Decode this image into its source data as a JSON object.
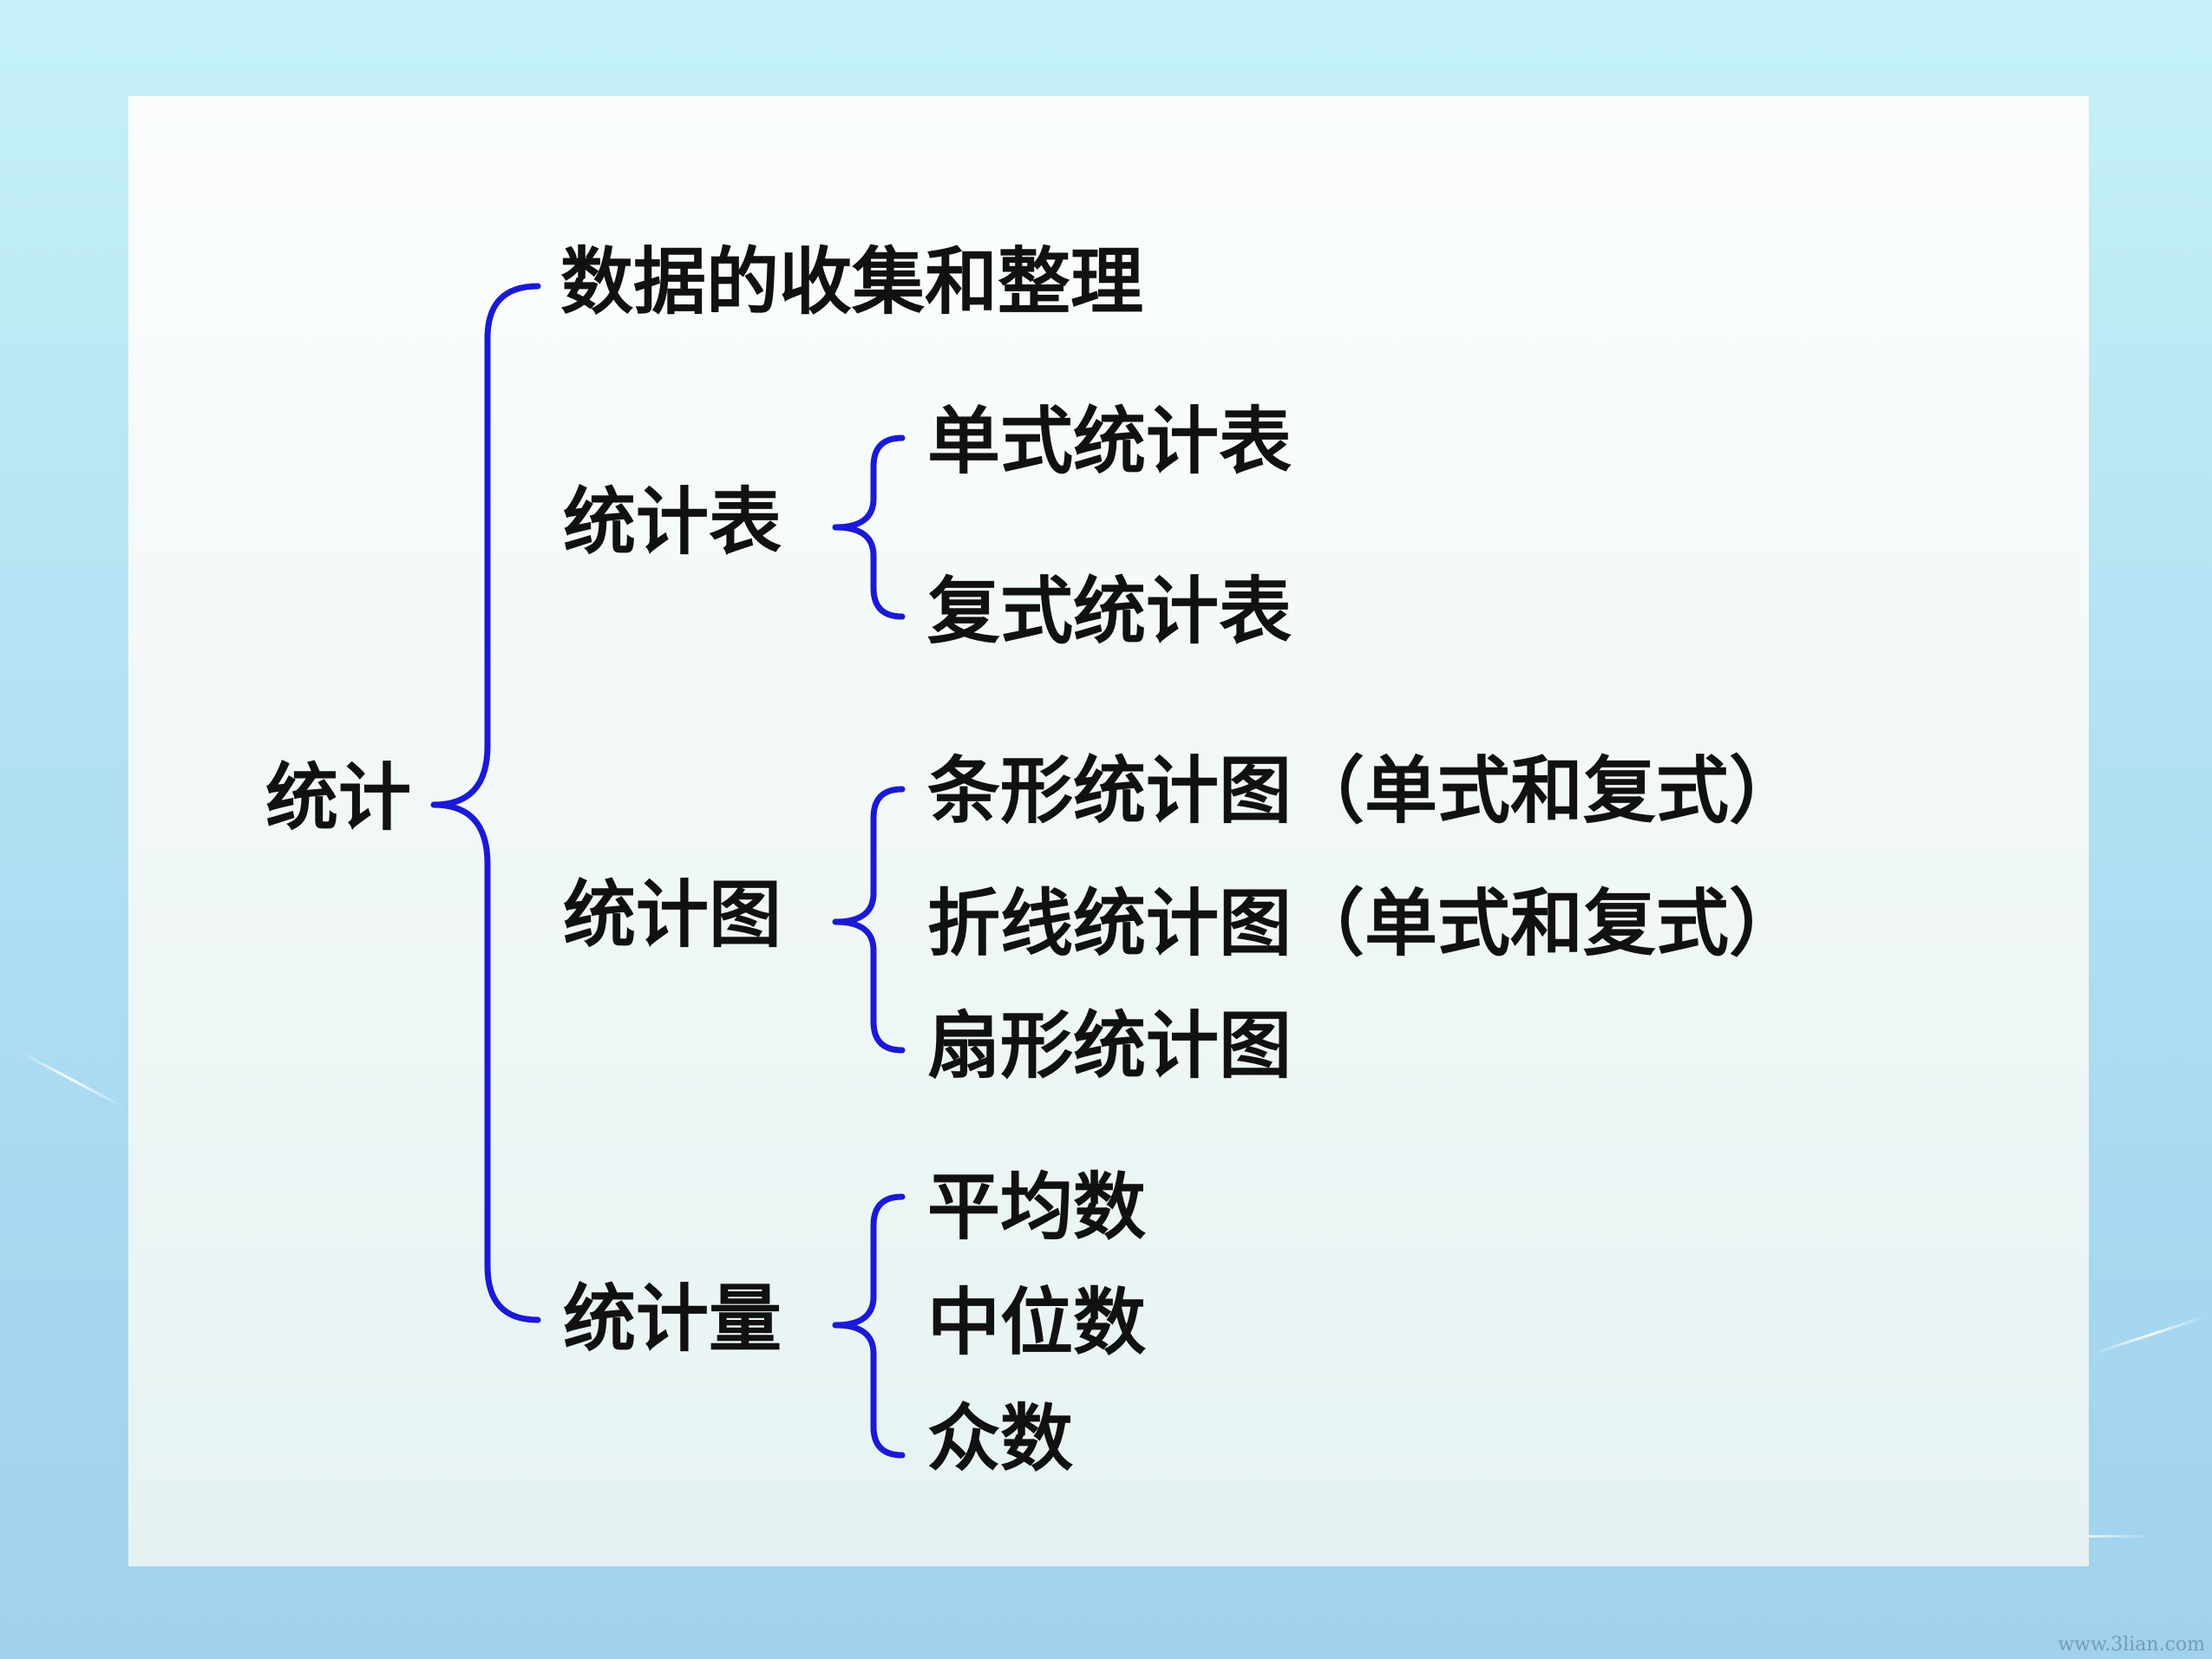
{
  "diagram": {
    "root": "统计",
    "branches": [
      {
        "label": "数据的收集和整理"
      },
      {
        "label": "统计表",
        "children": [
          "单式统计表",
          "复式统计表"
        ]
      },
      {
        "label": "统计图",
        "children": [
          "条形统计图（单式和复式）",
          "折线统计图（单式和复式）",
          "扇形统计图"
        ]
      },
      {
        "label": "统计量",
        "children": [
          "平均数",
          "中位数",
          "众数"
        ]
      }
    ],
    "brace_color": "#1a1ad6"
  },
  "watermark": "www.3lian.com"
}
